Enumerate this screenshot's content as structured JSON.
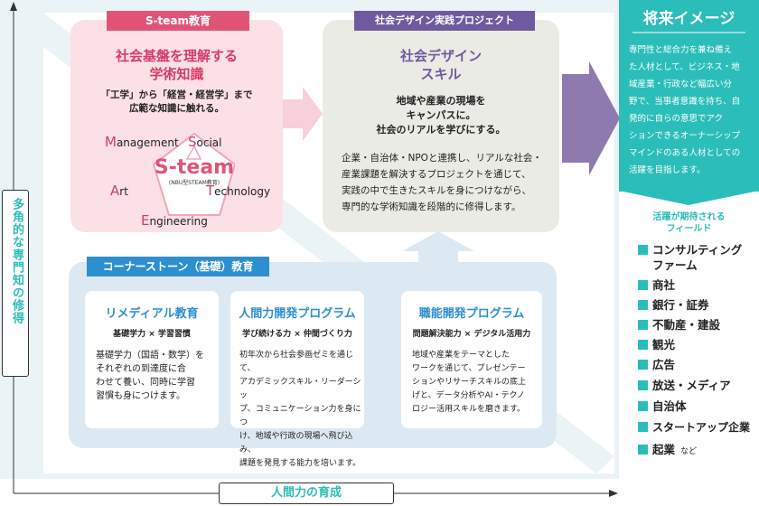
{
  "steam": {
    "tag": "S-team教育",
    "heading_line1": "社会基盤を理解する",
    "heading_line2": "学術知識",
    "desc_line1": "「工学」から「経営・経営学」まで",
    "desc_line2": "広範な知識に触れる。",
    "logo_main": "S-team",
    "logo_sub": "(NBU型STEAM教育)",
    "words": [
      {
        "initial": "M",
        "rest": "anagement"
      },
      {
        "initial": "S",
        "rest": "ocial"
      },
      {
        "initial": "A",
        "rest": "rt"
      },
      {
        "initial": "T",
        "rest": "echnology"
      },
      {
        "initial": "E",
        "rest": "ngineering"
      }
    ]
  },
  "social": {
    "tag": "社会デザイン実践プロジェクト",
    "heading_line1": "社会デザイン",
    "heading_line2": "スキル",
    "lead_line1": "地域や産業の現場を",
    "lead_line2": "キャンパスに。",
    "lead_line3": "社会のリアルを学びにする。",
    "body_lines": [
      "企業・自治体・NPOと連携し、リアルな社会・",
      "産業課題を解決するプロジェクトを通じて、",
      "実践の中で生きたスキルを身につけながら、",
      "専門的な学術知識を段階的に修得します。"
    ]
  },
  "corner": {
    "tag": "コーナーストーン（基礎）教育",
    "programs": [
      {
        "title": "リメディアル教育",
        "sub": "基礎学力 × 学習習慣",
        "lines": [
          "基礎学力（国語・数学）を",
          "それぞれの到達度に合",
          "わせて養い、同時に学習",
          "習慣も身につけます。"
        ]
      },
      {
        "title": "人間力開発プログラム",
        "sub": "学び続ける力 × 仲間づくり力",
        "lines": [
          "初年次から社会参画ゼミを通じて、",
          "アカデミックスキル・リーダーシッ",
          "プ、コミュニケーション力を身につ",
          "け、地域や行政の現場へ飛び込み、",
          "課題を発見する能力を培います。"
        ]
      },
      {
        "title": "職能開発プログラム",
        "sub": "問題解決能力 × デジタル活用力",
        "lines": [
          "地域や産業をテーマとした",
          "ワークを通じて、プレゼンテー",
          "ションやリサーチスキルの底上",
          "げと、データ分析やAI・テクノ",
          "ロジー活用スキルを磨きます。"
        ]
      }
    ]
  },
  "future": {
    "title": "将来イメージ",
    "lines": [
      "専門性と総合力を兼ね備え",
      "た人材として、ビジネス・地",
      "域産業・行政など幅広い分",
      "野で、当事者意識を持ち、自",
      "発的に自らの意思でアク",
      "ションできるオーナーシップ",
      "マインドのある人材としての",
      "活躍を目指します。"
    ],
    "fields_title_line1": "活躍が期待される",
    "fields_title_line2": "フィールド",
    "fields": [
      "コンサルティング",
      "ファーム",
      "商社",
      "銀行・証券",
      "不動産・建設",
      "観光",
      "広告",
      "放送・メディア",
      "自治体",
      "スタートアップ企業",
      "起業"
    ],
    "fields_suffix": "など"
  },
  "axes": {
    "vertical": "多角的な専門知の修得",
    "horizontal": "人間力の育成"
  },
  "colors": {
    "pink": "#e05577",
    "purple": "#6f5a9f",
    "blue": "#2d8fd0",
    "teal": "#2bbdb9"
  }
}
